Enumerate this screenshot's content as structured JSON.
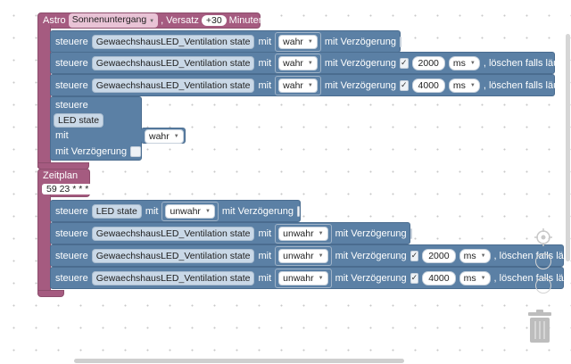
{
  "colors": {
    "event_block": "#a55b80",
    "action_block": "#5b80a5",
    "workspace_bg": "#ffffff"
  },
  "astro": {
    "label": "Astro",
    "event_value": "Sonnenuntergang",
    "offset_label": ", Versatz",
    "offset_value": "+30",
    "unit_label": "Minuten"
  },
  "schedule": {
    "label": "Zeitplan",
    "cron": "59 23 * * *"
  },
  "labels": {
    "control": "steuere",
    "with": "mit",
    "delay": "mit Verzögerung",
    "clear": ", löschen falls läuft",
    "state": "state"
  },
  "astro_actions": [
    {
      "object": "GewaechshausLED_Ventilation state",
      "value": "wahr",
      "delay_checked": false,
      "has_time": false
    },
    {
      "object": "GewaechshausLED_Ventilation state",
      "value": "wahr",
      "delay_checked": true,
      "has_time": true,
      "time": "2000",
      "unit": "ms"
    },
    {
      "object": "GewaechshausLED_Ventilation state",
      "value": "wahr",
      "delay_checked": true,
      "has_time": true,
      "time": "4000",
      "unit": "ms"
    }
  ],
  "astro_multiline": {
    "object": "LED state",
    "value": "wahr",
    "delay_checked": false
  },
  "schedule_actions": [
    {
      "object": "LED state",
      "value": "unwahr",
      "delay_checked": false,
      "has_time": false
    },
    {
      "object": "GewaechshausLED_Ventilation state",
      "value": "unwahr",
      "delay_checked": false,
      "has_time": false
    },
    {
      "object": "GewaechshausLED_Ventilation state",
      "value": "unwahr",
      "delay_checked": true,
      "has_time": true,
      "time": "2000",
      "unit": "ms"
    },
    {
      "object": "GewaechshausLED_Ventilation state",
      "value": "unwahr",
      "delay_checked": true,
      "has_time": true,
      "time": "4000",
      "unit": "ms"
    }
  ],
  "tools": {
    "center_icon": "crosshair-icon",
    "zoom_in_icon": "plus-icon",
    "zoom_out_icon": "minus-icon",
    "trash_icon": "trash-icon"
  }
}
